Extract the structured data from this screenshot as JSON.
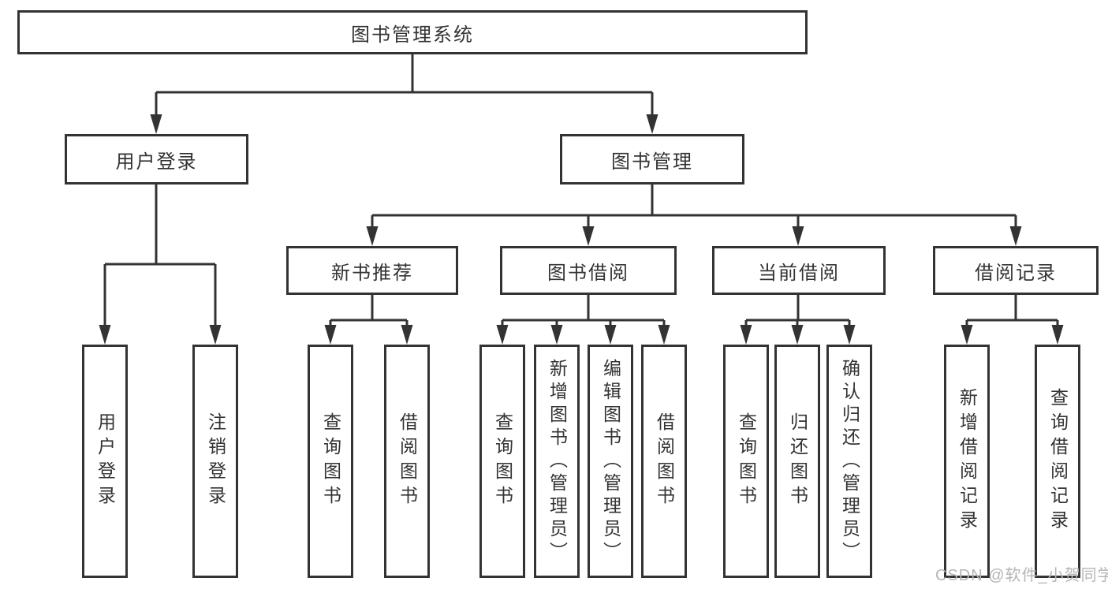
{
  "diagram": {
    "type": "hierarchy-tree",
    "root": {
      "label": "图书管理系统",
      "children": [
        {
          "label": "用户登录",
          "children": [
            {
              "label": "用户登录"
            },
            {
              "label": "注销登录"
            }
          ]
        },
        {
          "label": "图书管理",
          "children": [
            {
              "label": "新书推荐",
              "children": [
                {
                  "label": "查询图书"
                },
                {
                  "label": "借阅图书"
                }
              ]
            },
            {
              "label": "图书借阅",
              "children": [
                {
                  "label": "查询图书"
                },
                {
                  "label": "新增图书（管理员）"
                },
                {
                  "label": "编辑图书（管理员）"
                },
                {
                  "label": "借阅图书"
                }
              ]
            },
            {
              "label": "当前借阅",
              "children": [
                {
                  "label": "查询图书"
                },
                {
                  "label": "归还图书"
                },
                {
                  "label": "确认归还（管理员）"
                }
              ]
            },
            {
              "label": "借阅记录",
              "children": [
                {
                  "label": "新增借阅记录"
                },
                {
                  "label": "查询借阅记录"
                }
              ]
            }
          ]
        }
      ]
    }
  },
  "watermark": {
    "text": "CSDN @软件_小贺同学"
  },
  "colors": {
    "line": "#333333",
    "text": "#333333",
    "box_background": "#ffffff",
    "page_background": "#ffffff",
    "watermark": "#b5b5b5"
  }
}
